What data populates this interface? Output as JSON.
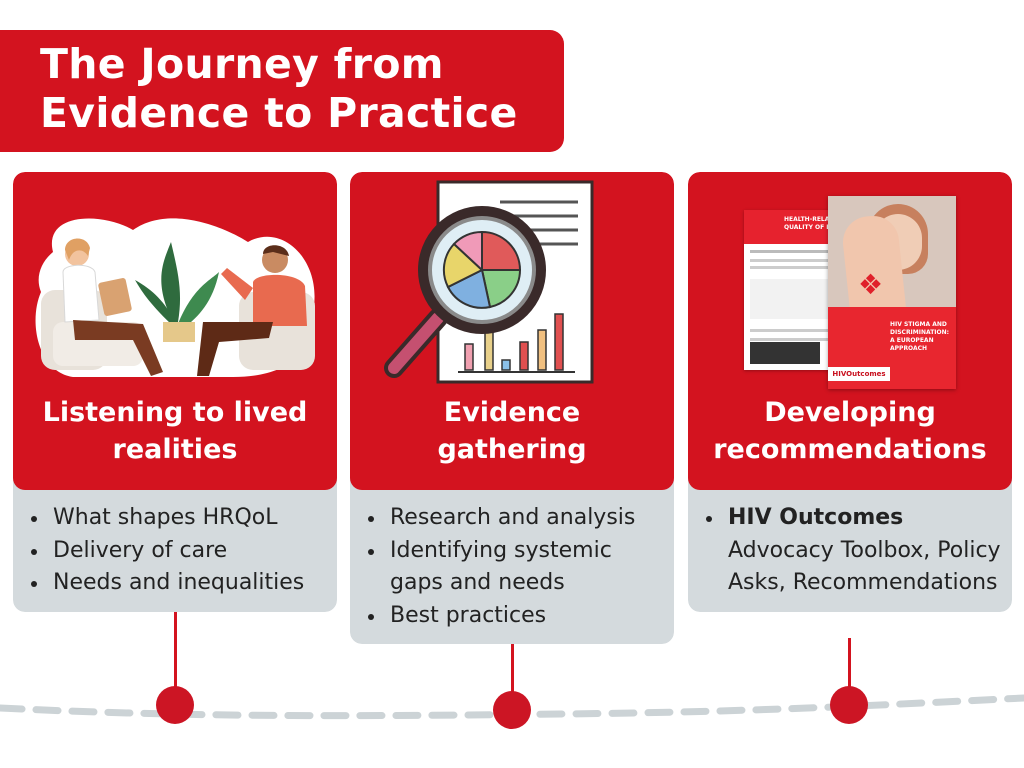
{
  "title": {
    "line1": "The Journey from",
    "line2": "Evidence to Practice"
  },
  "cards": [
    {
      "title_lines": [
        "Listening to lived",
        "realities"
      ],
      "bullets": [
        "What shapes HRQoL",
        "Delivery of care",
        "Needs and inequalities"
      ]
    },
    {
      "title_lines": [
        "Evidence",
        "gathering"
      ],
      "bullets": [
        "Research and analysis",
        "Identifying systemic gaps and needs",
        "Best practices"
      ]
    },
    {
      "title_lines": [
        "Developing",
        "recommendations"
      ],
      "bullet_bold": "HIV Outcomes",
      "bullet_rest": "Advocacy Toolbox, Policy Asks, Recommendations"
    }
  ],
  "report_cover": {
    "back_heading": "HEALTH-RELATED QUALITY OF LIFE",
    "front_title": "HIV STIGMA AND DISCRIMINATION: A EUROPEAN APPROACH",
    "brand": "HIVOutcomes"
  },
  "colors": {
    "brand_red": "#d3131f",
    "panel_grey": "#d4dadd",
    "timeline_grey": "#ccd3d6"
  }
}
